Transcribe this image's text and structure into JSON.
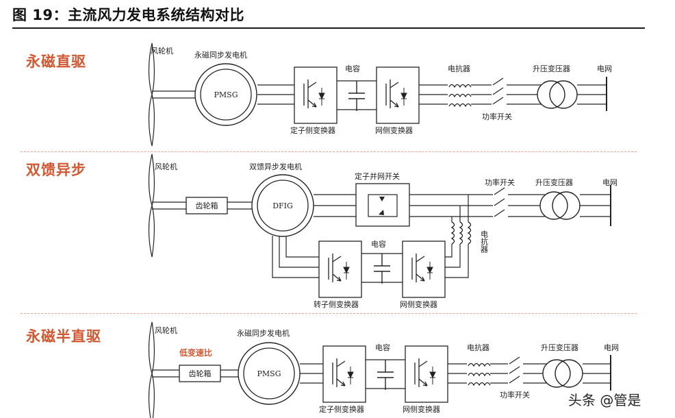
{
  "title": "图 19：主流风力发电系统结构对比",
  "sections": [
    {
      "label": "永磁直驱",
      "components": {
        "turbine": "风轮机",
        "generator_name": "永磁同步发电机",
        "generator": "PMSG",
        "capacitor": "电容",
        "stator_converter": "定子侧变换器",
        "grid_converter": "网侧变换器",
        "reactor": "电抗器",
        "power_switch": "功率开关",
        "transformer": "升压变压器",
        "grid": "电网"
      }
    },
    {
      "label": "双馈异步",
      "components": {
        "turbine": "风轮机",
        "gearbox": "齿轮箱",
        "generator_name": "双馈异步发电机",
        "generator": "DFIG",
        "stator_switch": "定子并网开关",
        "capacitor": "电容",
        "rotor_converter": "转子侧变换器",
        "grid_converter": "网侧变换器",
        "reactor": "电抗器",
        "power_switch": "功率开关",
        "transformer": "升压变压器",
        "grid": "电网"
      }
    },
    {
      "label": "永磁半直驱",
      "components": {
        "turbine": "风轮机",
        "speed_note": "低变速比",
        "gearbox": "齿轮箱",
        "generator_name": "永磁同步发电机",
        "generator": "PMSG",
        "capacitor": "电容",
        "stator_converter": "定子侧变换器",
        "grid_converter": "网侧变换器",
        "reactor": "电抗器",
        "power_switch": "功率开关",
        "transformer": "升压变压器",
        "grid": "电网"
      }
    }
  ],
  "colors": {
    "accent": "#d2562f",
    "line": "#222222",
    "divider": "#e6a38b"
  },
  "watermark": "头条 @管是"
}
